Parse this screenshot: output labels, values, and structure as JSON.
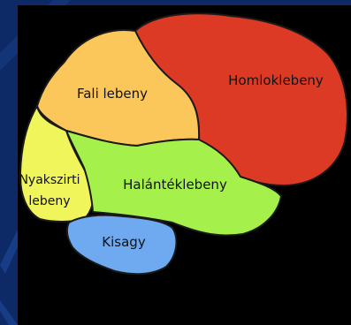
{
  "labels": {
    "frontal": "Homloklebeny",
    "parietal": "Fali lebeny",
    "occipital_line1": "Nyakszirti",
    "occipital_line2": "lebeny",
    "temporal": "Halántéklebeny",
    "cerebellum": "Kisagy"
  },
  "colors": {
    "background_blue": "#0d2a66",
    "panel": "#000000",
    "frontal": "#dd3a26",
    "parietal": "#fcc75a",
    "occipital": "#eff55a",
    "temporal": "#a6f04c",
    "cerebellum": "#6fa9ef",
    "outline": "#1a1a1a"
  }
}
